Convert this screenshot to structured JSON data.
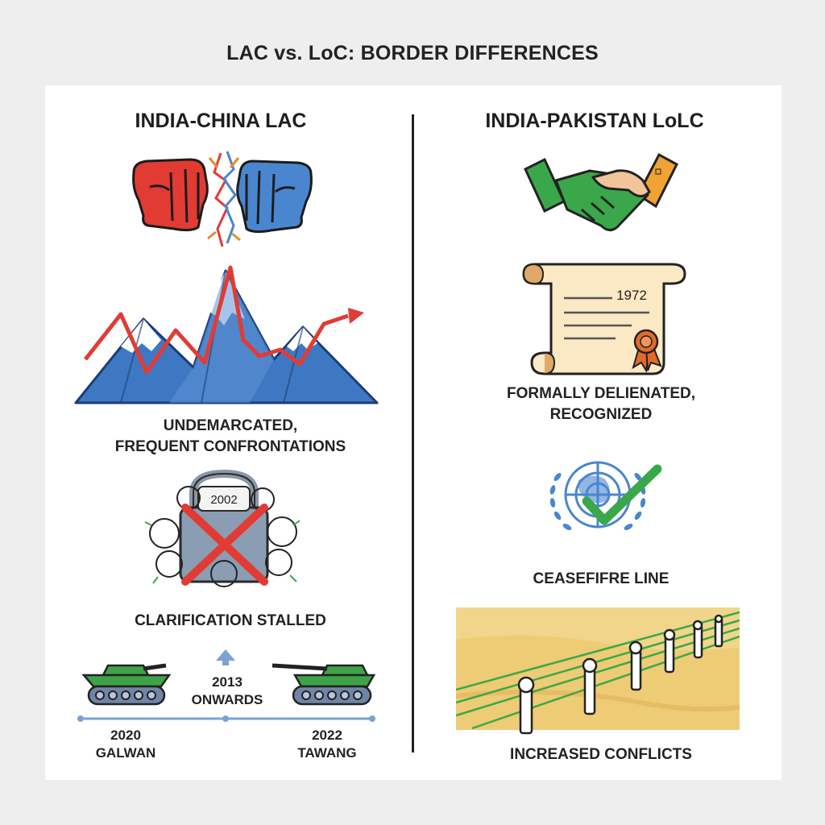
{
  "title": "LAC vs. LoC: BORDER DIFFERENCES",
  "left": {
    "heading": "INDIA-CHINA LAC",
    "terrain_caption_line1": "UNDEMARCATED,",
    "terrain_caption_line2": "FREQUENT CONFRONTATIONS",
    "lock_year": "2002",
    "lock_caption": "CLARIFICATION STALLED",
    "timeline": {
      "event1_year": "2020",
      "event1_place": "GALWAN",
      "mid_year": "2013",
      "mid_text": "ONWARDS",
      "event2_year": "2022",
      "event2_place": "TAWANG"
    }
  },
  "right": {
    "heading": "INDIA-PAKISTAN LoLC",
    "scroll_year": "1972",
    "scroll_caption_line1": "FORMALLY DELIENATED,",
    "scroll_caption_line2": "RECOGNIZED",
    "un_caption": "CEASEFIFRE LINE",
    "fence_caption": "INCREASED CONFLICTS"
  },
  "colors": {
    "red": "#e23b34",
    "blue": "#4a86d0",
    "green": "#3aa84a",
    "orange": "#f0a234",
    "sand": "#f1d58a"
  },
  "icons": [
    "clashing-fists-icon",
    "mountains-icon",
    "locked-padlock-icon",
    "tank-icon",
    "handshake-icon",
    "treaty-scroll-icon",
    "un-emblem-icon",
    "fence-icon"
  ]
}
